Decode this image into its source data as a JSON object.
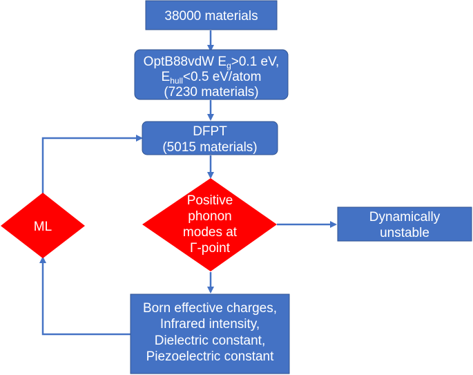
{
  "nodes": {
    "start": {
      "label": "38000 materials"
    },
    "filter": {
      "line1_prefix": "OptB88vdW E",
      "line1_sub": "g",
      "line1_suffix": ">0.1 eV,",
      "line2_prefix": "E",
      "line2_sub": "hull",
      "line2_suffix": "<0.5 eV/atom",
      "line3": "(7230 materials)"
    },
    "dfpt": {
      "line1": "DFPT",
      "line2": "(5015 materials)"
    },
    "decision": {
      "lines": [
        "Positive",
        "phonon",
        "modes at",
        "Γ-point"
      ]
    },
    "unstable": {
      "line1": "Dynamically",
      "line2": "unstable"
    },
    "ml": {
      "label": "ML"
    },
    "properties": {
      "lines": [
        "Born effective charges,",
        "Infrared intensity,",
        "Dielectric constant,",
        "Piezoelectric constant"
      ]
    }
  },
  "colors": {
    "box": "#4472c4",
    "box_border": "#2f528f",
    "decision": "#ff0000",
    "arrow": "#4472c4",
    "text": "#ffffff"
  }
}
